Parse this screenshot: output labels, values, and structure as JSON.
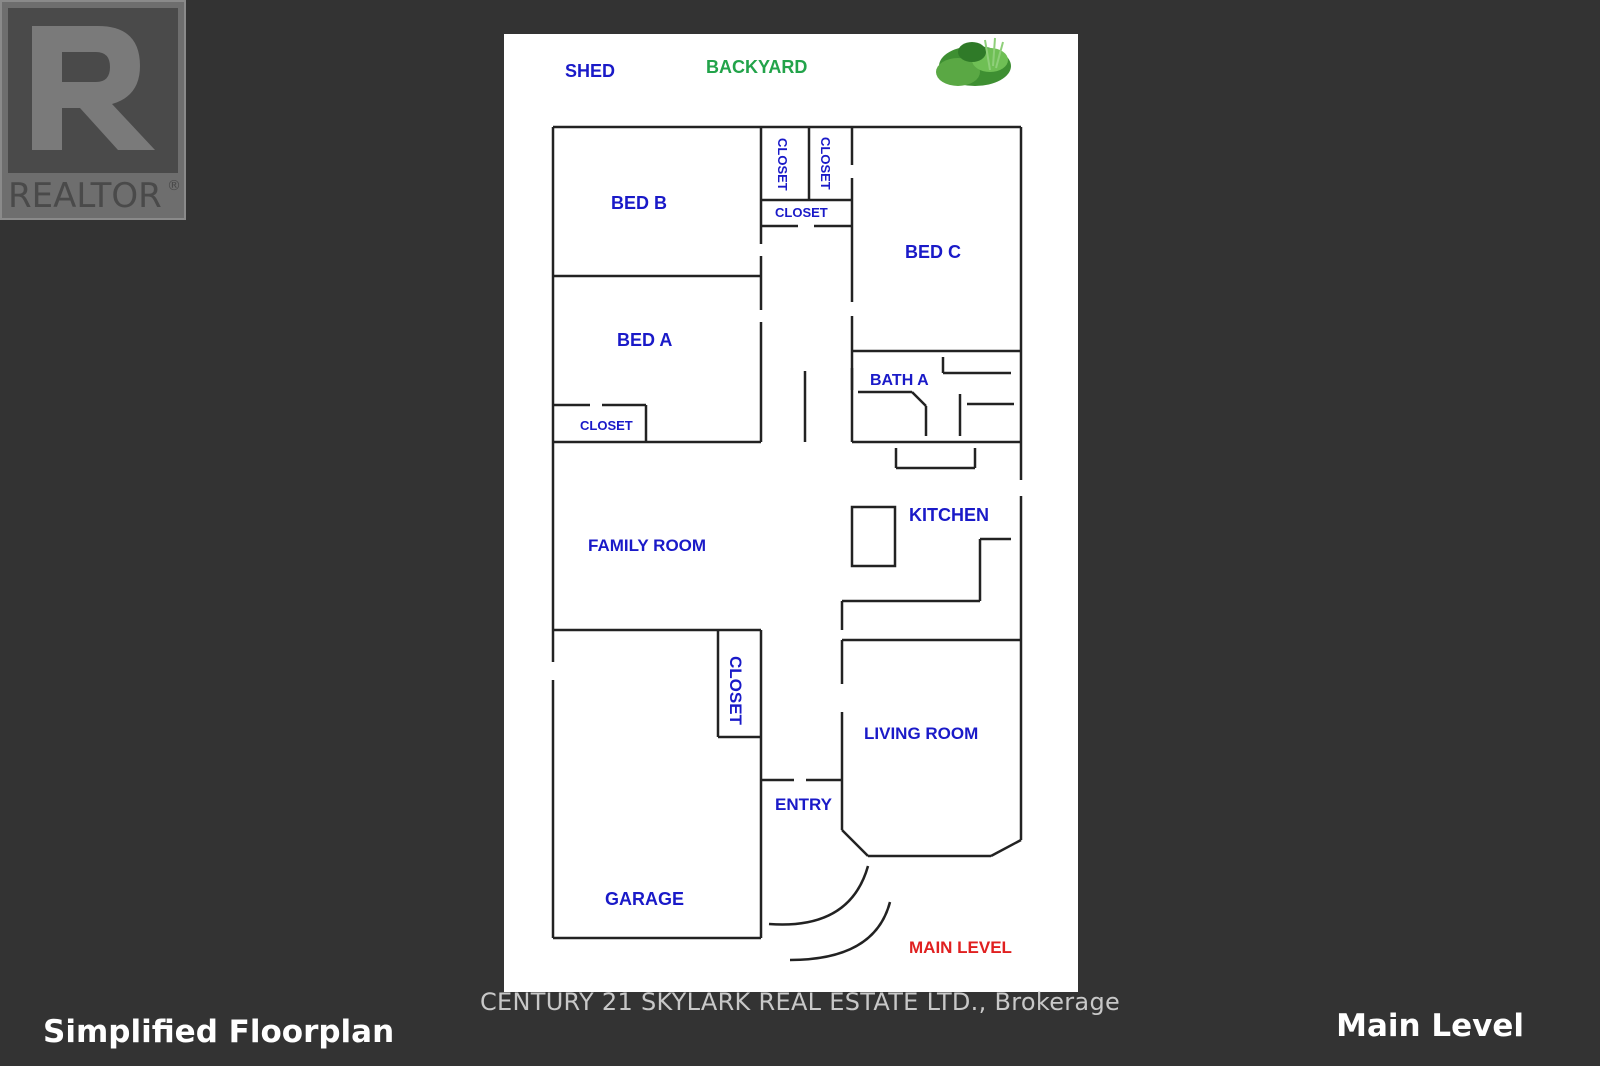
{
  "logo": {
    "text": "REALTOR",
    "mark": "®",
    "icon": "realtor-r-logo"
  },
  "plan": {
    "labels": {
      "shed": "SHED",
      "backyard": "BACKYARD",
      "closet_1": "CLOSET",
      "closet_2": "CLOSET",
      "closet_3": "CLOSET",
      "bed_b": "BED B",
      "bed_c": "BED C",
      "bed_a": "BED A",
      "bath_a": "BATH A",
      "closet_4": "CLOSET",
      "kitchen": "KITCHEN",
      "family_room": "FAMILY ROOM",
      "closet_5": "CLOSET",
      "living_room": "LIVING ROOM",
      "entry": "ENTRY",
      "garage": "GARAGE",
      "main_level_tag": "MAIN LEVEL"
    },
    "colors": {
      "room_label": "#1a1ac8",
      "backyard": "#22a34a",
      "main_level_tag": "#e02020"
    },
    "icon": "plant-icon"
  },
  "watermark": "CENTURY 21 SKYLARK REAL ESTATE LTD., Brokerage",
  "caption_left": "Simplified Floorplan",
  "caption_right": "Main Level"
}
